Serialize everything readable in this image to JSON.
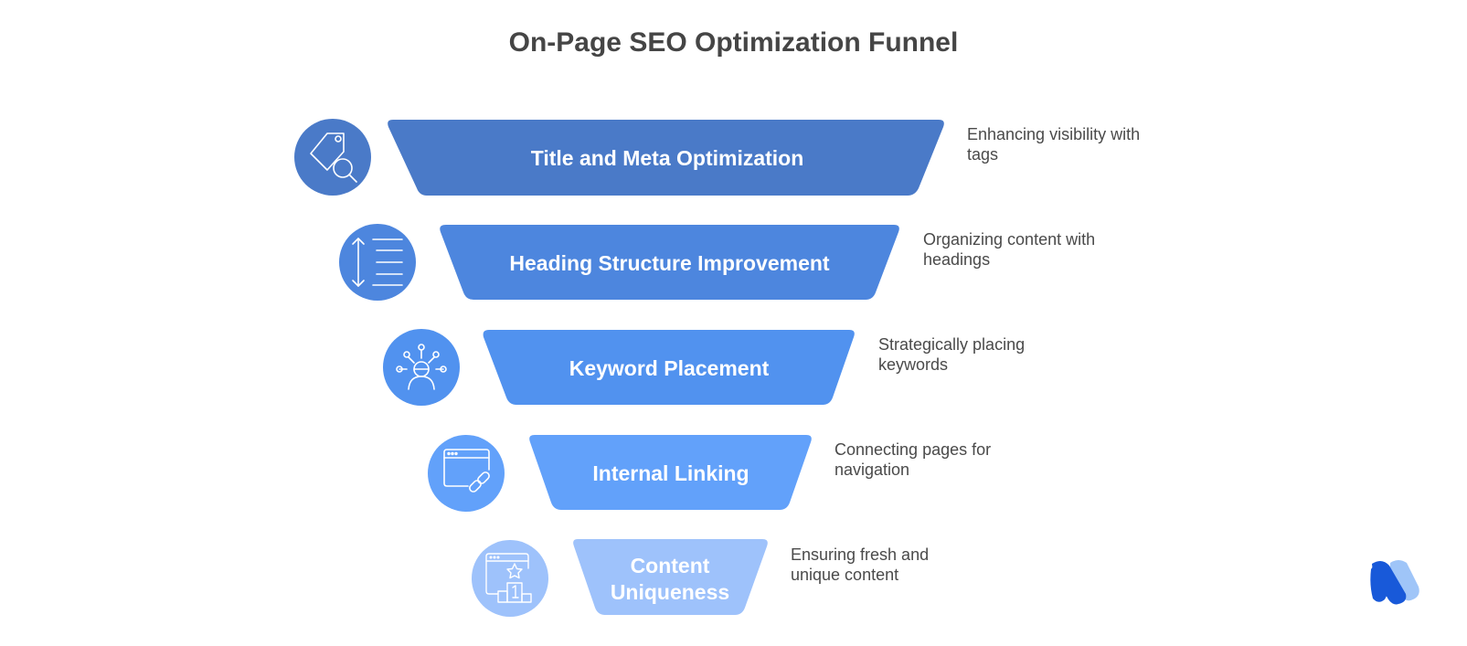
{
  "title": "On-Page SEO Optimization Funnel",
  "stages": [
    {
      "label": "Title and Meta Optimization",
      "description": "Enhancing visibility with tags",
      "icon": "tag-search-icon",
      "color": "#4a7ac8"
    },
    {
      "label": "Heading Structure Improvement",
      "description": "Organizing content with headings",
      "icon": "vertical-list-icon",
      "color": "#4d86de"
    },
    {
      "label": "Keyword Placement",
      "description": "Strategically placing keywords",
      "icon": "keyword-network-icon",
      "color": "#5192ef"
    },
    {
      "label": "Internal Linking",
      "description": "Connecting pages for navigation",
      "icon": "browser-link-icon",
      "color": "#62a1fa"
    },
    {
      "label": "Content Uniqueness",
      "description": "Ensuring fresh and unique content",
      "icon": "browser-star-podium-icon",
      "color": "#9ec2fb"
    }
  ],
  "logo": {
    "icon": "brand-logo-icon",
    "colors": [
      "#1859d9",
      "#9fc5f8"
    ]
  }
}
